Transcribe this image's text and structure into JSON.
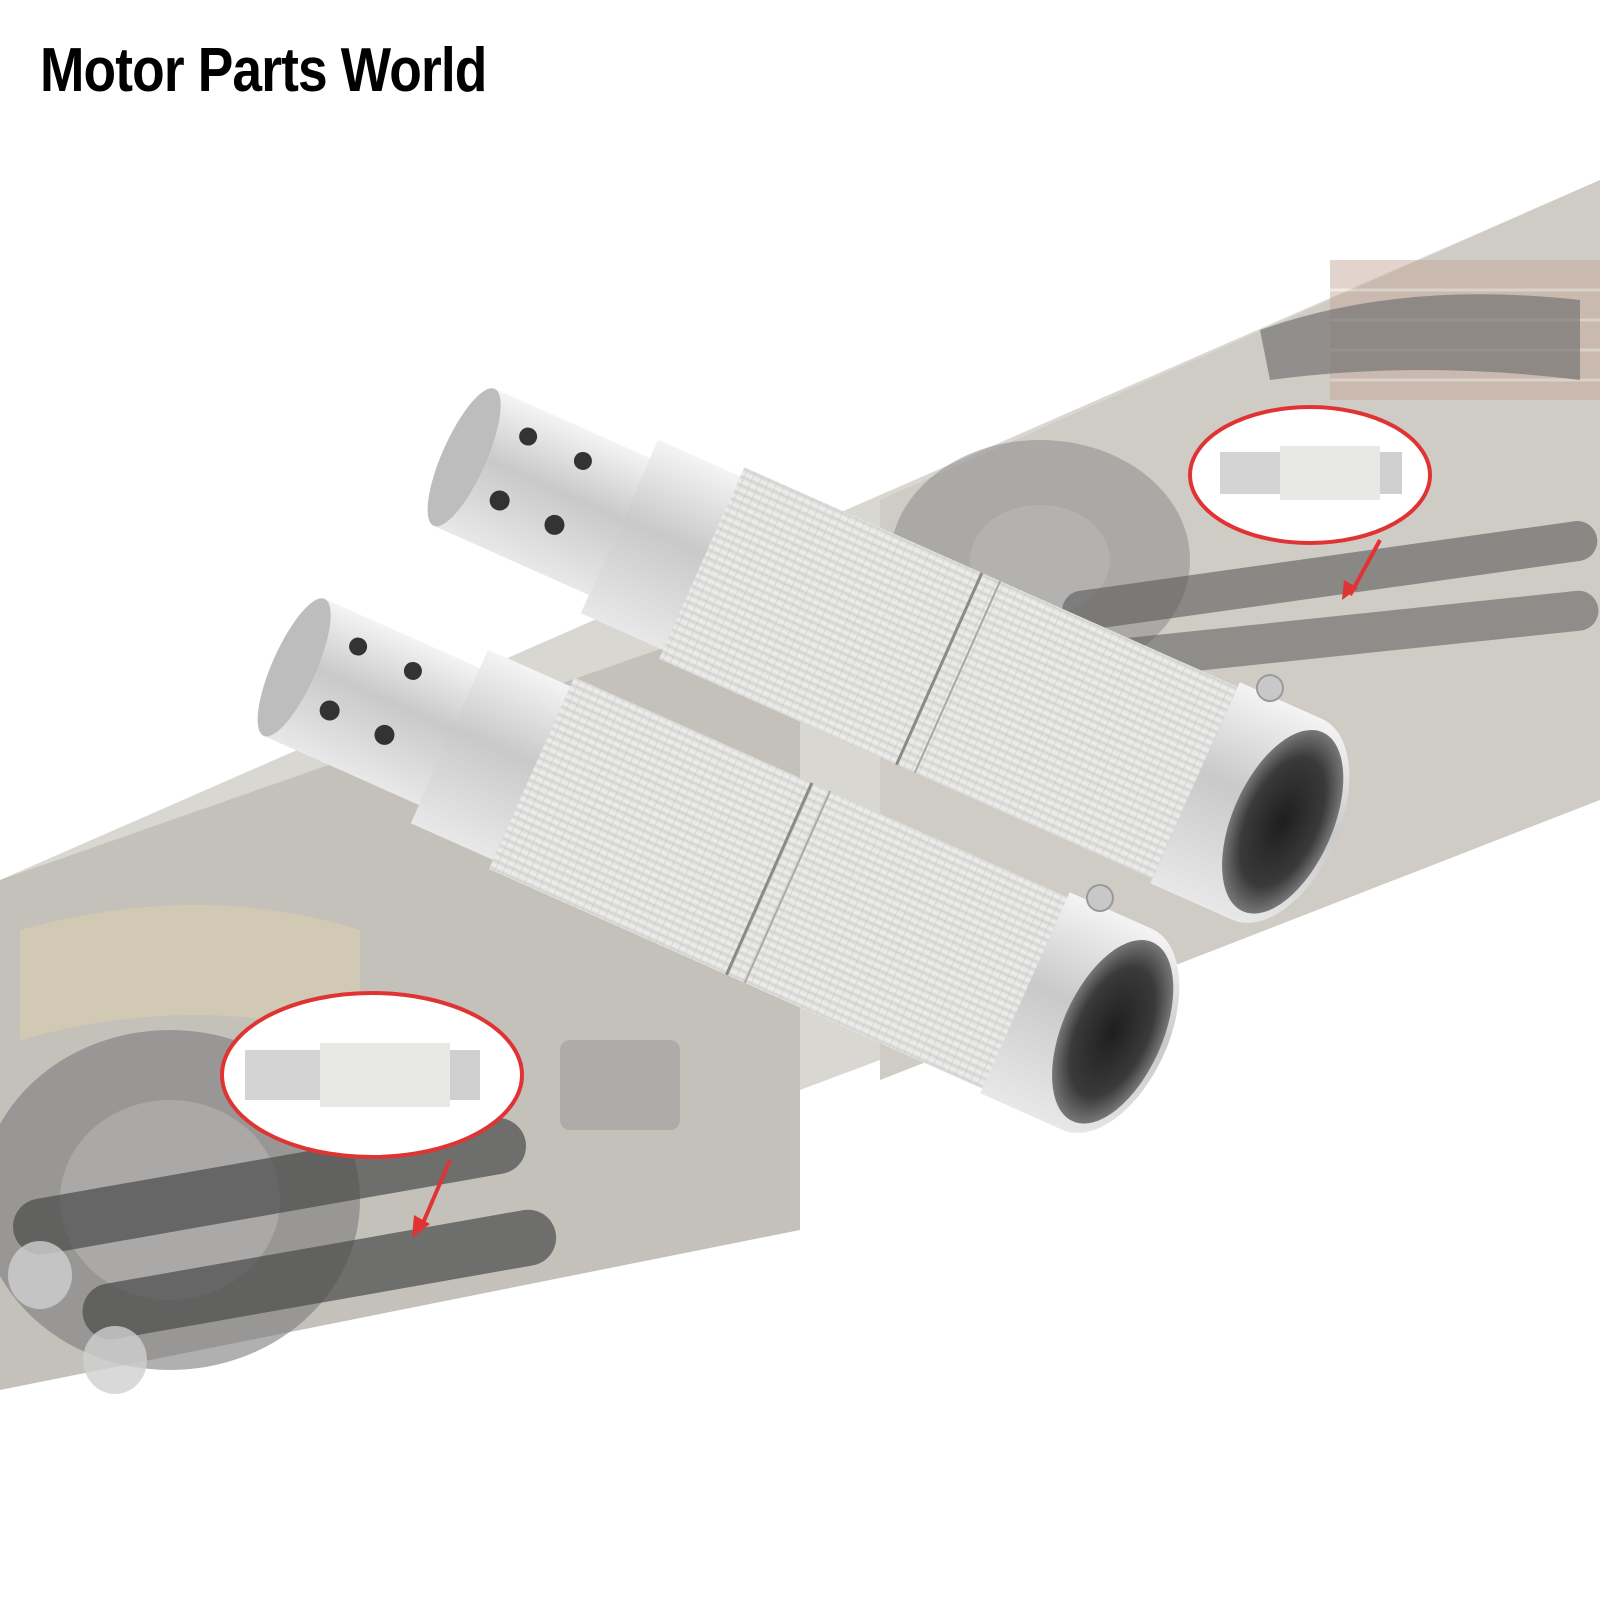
{
  "brand": {
    "name": "Motor Parts World",
    "text_color": "#000000"
  },
  "product": {
    "description_icon": "exhaust-baffle-insert",
    "quantity_shown": 2,
    "wrap_color": "#e4e4e2",
    "metal_color": "#d2d2d2"
  },
  "callouts": {
    "circle_color": "#e03434",
    "arrow_color": "#e03434"
  },
  "background": {
    "page_color": "#ffffff",
    "photo_strip_tint": "#b9b7b2"
  }
}
